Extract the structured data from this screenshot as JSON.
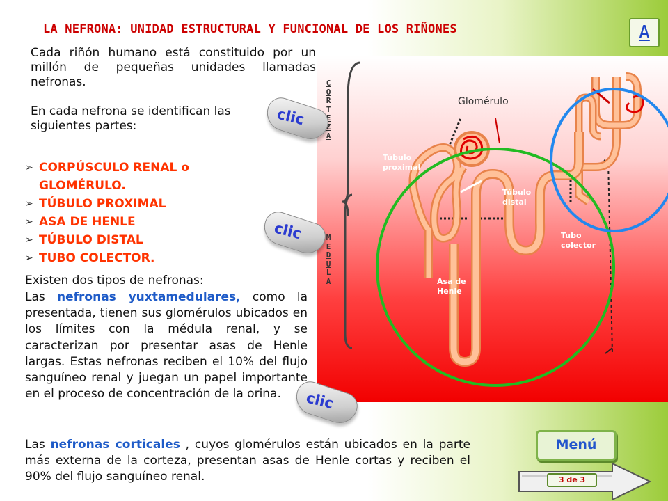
{
  "title": "LA NEFRONA: UNIDAD ESTRUCTURAL Y FUNCIONAL DE LOS RIÑONES",
  "badge": "A",
  "intro": "Cada riñón humano está constituido por un millón de pequeñas unidades llamadas nefronas.",
  "parts_intro": "En cada nefrona se identifican las siguientes partes:",
  "parts": [
    "CORPÚSCULO RENAL o GLOMÉRULO.",
    "TÚBULO PROXIMAL",
    "ASA DE HENLE",
    "TÚBULO DISTAL",
    "TUBO COLECTOR."
  ],
  "types_intro": "Existen dos tipos de nefronas:",
  "yuxta": {
    "pre": "Las ",
    "term": "nefronas yuxtamedulares,",
    "post": " como la presentada, tienen sus glomérulos ubicados en los límites con la médula renal, y se caracterizan por presentar asas de Henle largas. Estas nefronas reciben el 10% del flujo sanguíneo renal y juegan un papel importante en el proceso de concentración de la orina."
  },
  "cortical": {
    "pre": "Las ",
    "term": "nefronas corticales",
    "post": " , cuyos glomérulos están ubicados en la parte más externa de la corteza, presentan asas de Henle cortas y reciben el 90% del flujo sanguíneo renal."
  },
  "diagram": {
    "corteza": [
      "C",
      "O",
      "R",
      "T",
      "E",
      "Z",
      "A"
    ],
    "medula": [
      "M",
      "E",
      "D",
      "U",
      "L",
      "A"
    ],
    "glomerulo": "Glomérulo",
    "tubulo_proximal": [
      "Túbulo",
      "proximal"
    ],
    "tubulo_distal": [
      "Túbulo",
      "distal"
    ],
    "tubo_colector": [
      "Tubo",
      "colector"
    ],
    "asa_henle": [
      "Asa de",
      "Henle"
    ]
  },
  "clic_label": "clic",
  "menu_label": "Menú",
  "page_indicator": "3 de 3",
  "colors": {
    "title": "#cc0000",
    "parts": "#ff3300",
    "highlight": "#1e5bc8",
    "diagram_red": "#f20000",
    "green_circle": "#22bb22",
    "blue_circle": "#2288ee"
  }
}
